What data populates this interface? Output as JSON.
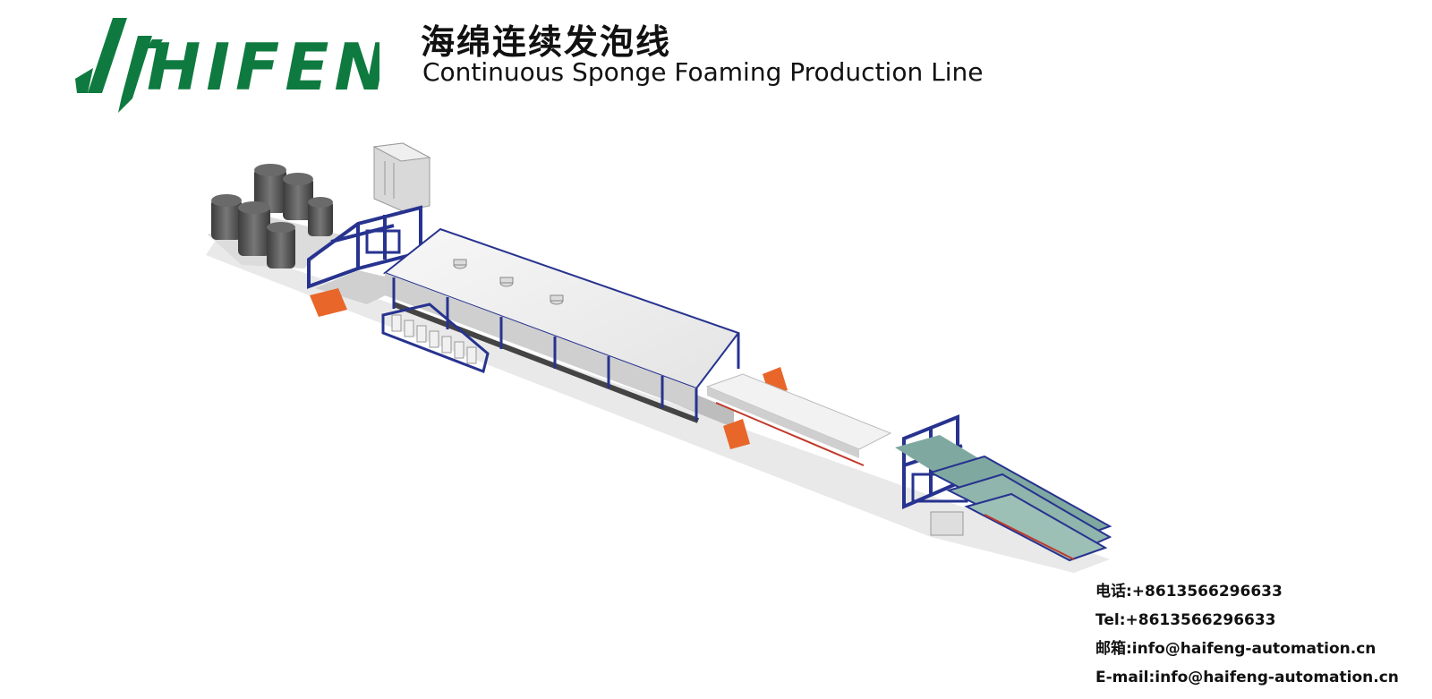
{
  "brand": {
    "logo_text": "HIFEN",
    "logo_color": "#0f7a3f"
  },
  "header": {
    "title_cn": "海绵连续发泡线",
    "title_en": "Continuous Sponge Foaming Production Line"
  },
  "contact": {
    "phone_cn": "电话:+8613566296633",
    "phone_en": "Tel:+8613566296633",
    "email_cn": "邮箱:info@haifeng-automation.cn",
    "email_en": "E-mail:info@haifeng-automation.cn"
  },
  "colors": {
    "frame_blue": "#27338f",
    "tank_gray": "#5a5a5a",
    "roof_white": "#f4f4f4",
    "stairs_orange": "#e8662a",
    "conveyor_teal": "#7fa9a0"
  }
}
